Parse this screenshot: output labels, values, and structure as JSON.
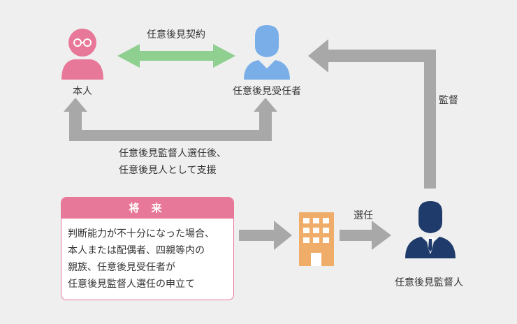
{
  "diagram": {
    "contract_label": "任意後見契約",
    "principal_label": "本人",
    "guardian_label": "任意後見受任者",
    "supervision_label": "監督",
    "support_note": [
      "任意後見監督人選任後、",
      "任意後見人として支援"
    ],
    "future": {
      "title": "将 来",
      "lines": [
        "判断能力が不十分になった場合、",
        "本人または配偶者、四親等内の",
        "親族、任意後見受任者が",
        "任意後見監督人選任の申立て"
      ]
    },
    "appointment_label": "選任",
    "supervisor_label": "任意後見監督人"
  },
  "colors": {
    "background": "#efefef",
    "arrow_gray": "#a8a8a8",
    "contract_arrow": "#8fcf8f",
    "principal_pink": "#e8789a",
    "guardian_blue": "#7aaee8",
    "supervisor_navy": "#1f3b6b",
    "court_orange": "#f0ad6a"
  },
  "icons": {
    "principal": "elderly-person-icon",
    "guardian": "person-icon",
    "court": "building-icon",
    "supervisor": "businessman-icon"
  }
}
